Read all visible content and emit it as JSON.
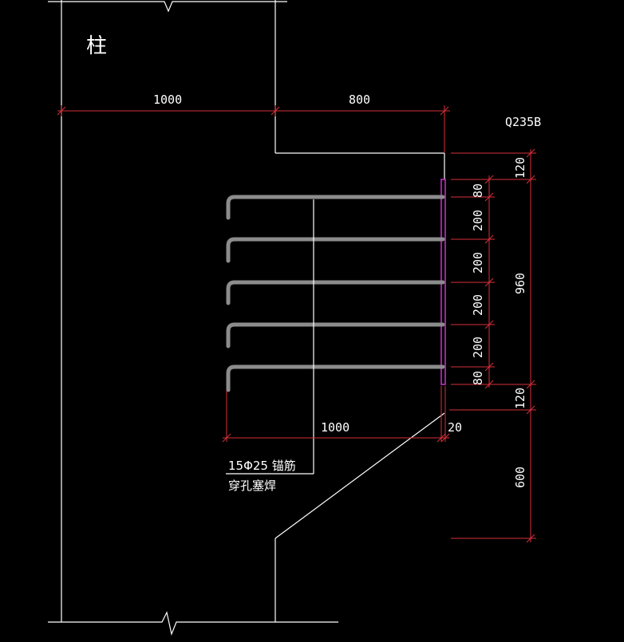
{
  "drawing": {
    "column_label": "柱",
    "material_label": "Q235B",
    "rebar_label": "15Φ25  锚筋",
    "weld_label": "穿孔塞焊",
    "colors": {
      "background": "#000000",
      "lines": "#ffffff",
      "dimension": "#d8303a",
      "plate": "#c030c0",
      "rebar": "#8c8c8c"
    },
    "dimensions": {
      "top_left": "1000",
      "top_right": "800",
      "bar_length": "1000",
      "plate_gap": "20",
      "top_margin": "120",
      "bottom_margin": "120",
      "corbel_height": "960",
      "lower_height": "600",
      "spacing": [
        "80",
        "200",
        "200",
        "200",
        "200",
        "80"
      ]
    }
  }
}
